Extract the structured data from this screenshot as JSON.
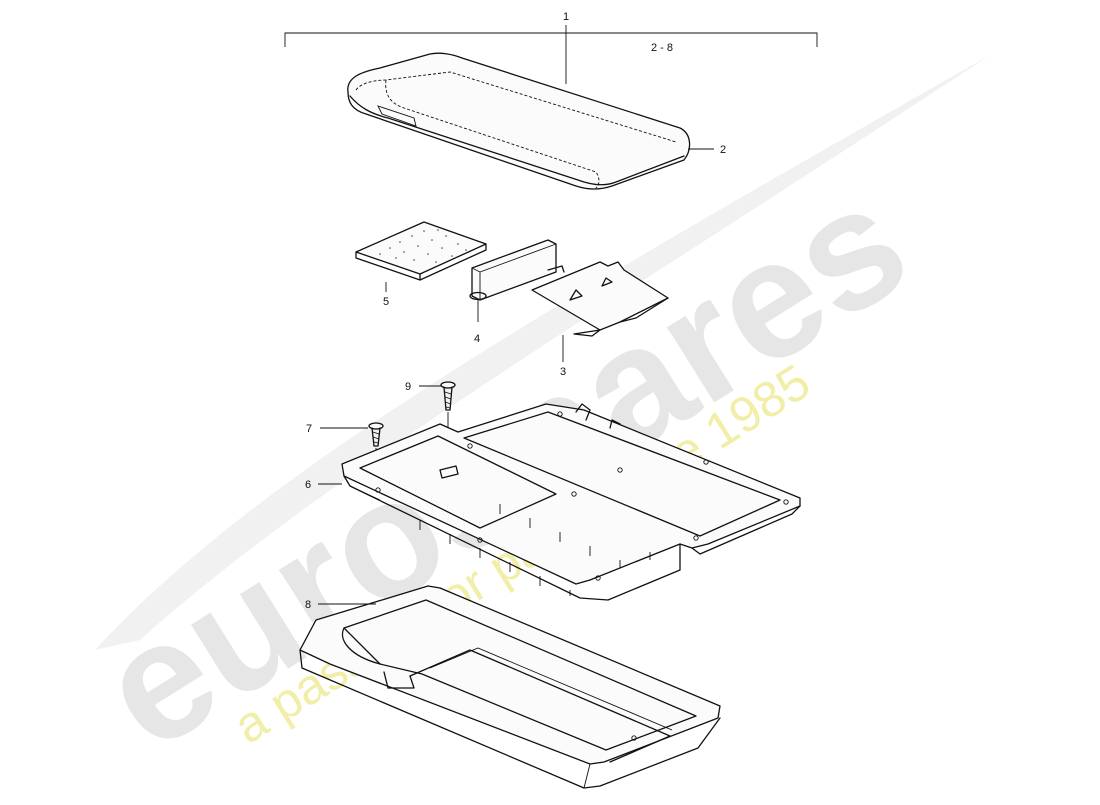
{
  "diagram": {
    "kit_range_label": "2 - 8",
    "callouts": {
      "c1": "1",
      "c2": "2",
      "c3": "3",
      "c4": "4",
      "c5": "5",
      "c6": "6",
      "c7": "7",
      "c8": "8",
      "c9": "9"
    }
  },
  "watermark": {
    "brand": "eurospares",
    "tagline": "a passion for parts since 1985",
    "colors": {
      "brand": "#d7d7d7",
      "tagline": "#efec9a"
    }
  }
}
